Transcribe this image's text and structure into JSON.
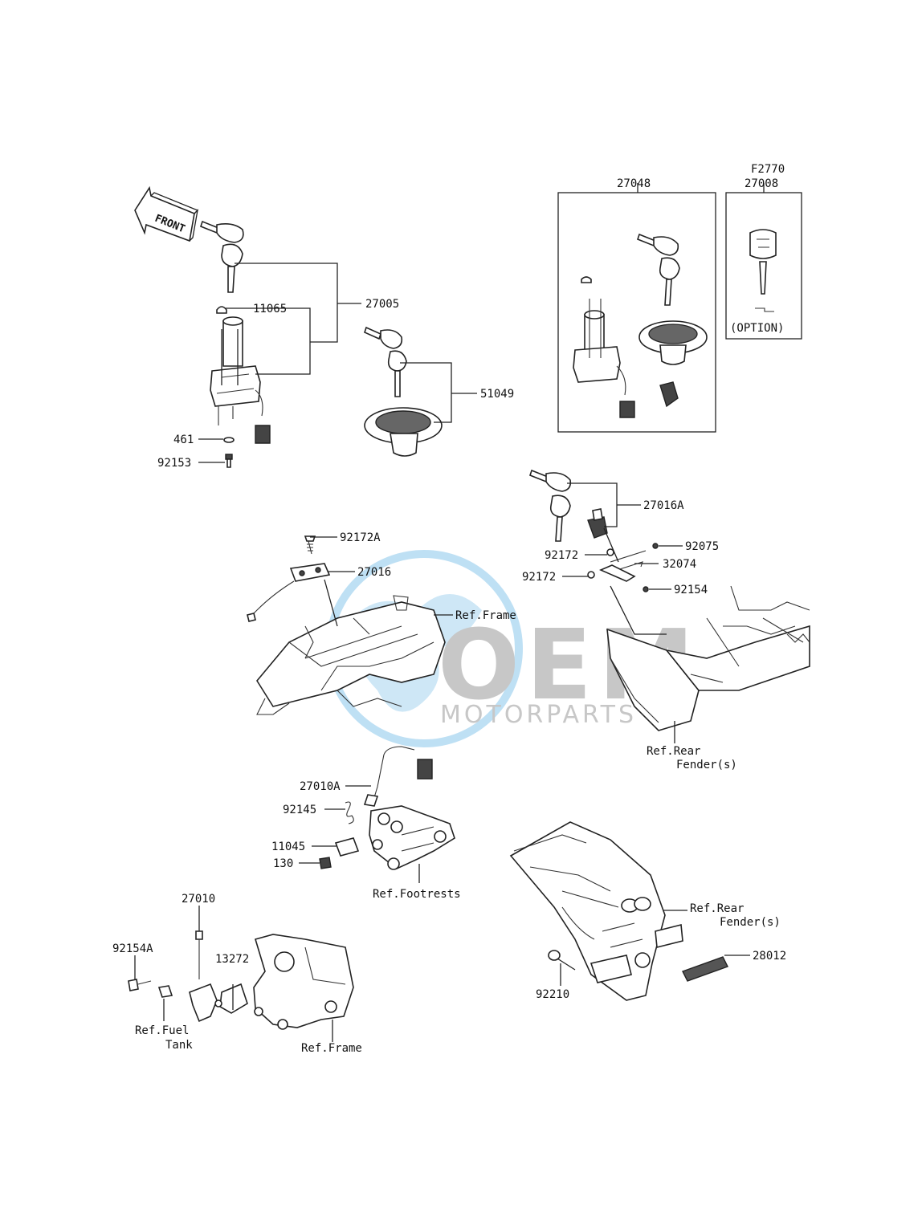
{
  "front_arrow": {
    "label": "FRONT"
  },
  "watermark": {
    "brand": "OEM",
    "sub": "MOTORPARTS",
    "color_blue": "#3aa0dc",
    "color_gray": "#9a9a9a"
  },
  "labels": {
    "p27005": "27005",
    "p11065": "11065",
    "p461": "461",
    "p92153": "92153",
    "p51049": "51049",
    "p27048": "27048",
    "pF2770": "F2770",
    "p27008": "27008",
    "option": "(OPTION)",
    "p27016A": "27016A",
    "p92075": "92075",
    "p92172_a": "92172",
    "p32074": "32074",
    "p92172_b": "92172",
    "p92154": "92154",
    "p92172A": "92172A",
    "p27016": "27016",
    "ref_frame_1": "Ref.Frame",
    "ref_rear_fender_1a": "Ref.Rear",
    "ref_rear_fender_1b": "Fender(s)",
    "p27010A": "27010A",
    "p92145": "92145",
    "p11045": "11045",
    "p130": "130",
    "ref_footrests": "Ref.Footrests",
    "ref_rear_fender_2a": "Ref.Rear",
    "ref_rear_fender_2b": "Fender(s)",
    "p28012": "28012",
    "p92210": "92210",
    "p27010": "27010",
    "p92154A": "92154A",
    "p13272": "13272",
    "ref_fuel_a": "Ref.Fuel",
    "ref_fuel_b": "Tank",
    "ref_frame_2": "Ref.Frame"
  }
}
